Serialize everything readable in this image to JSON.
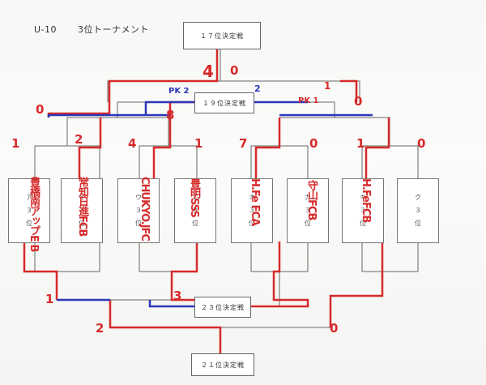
{
  "header": {
    "division": "U-10",
    "subtitle": "3位トーナメント"
  },
  "matches": {
    "m17": "１７位決定戦",
    "m19": "１９位決定戦",
    "m23": "２３位決定戦",
    "m21": "２１位決定戦"
  },
  "teams": [
    {
      "slot": "ア",
      "rank": "３",
      "suffix": "位",
      "name": "豊橋南アップE B"
    },
    {
      "slot": "イ",
      "rank": "３",
      "suffix": "位",
      "name": "常知日進FCB"
    },
    {
      "slot": "ウ",
      "rank": "３",
      "suffix": "位",
      "name": "CHUKYO.JFC"
    },
    {
      "slot": "エ",
      "rank": "３",
      "suffix": "位",
      "name": "豊明SSS"
    },
    {
      "slot": "オ",
      "rank": "３",
      "suffix": "位",
      "name": "H.Fe FCA"
    },
    {
      "slot": "カ",
      "rank": "３",
      "suffix": "位",
      "name": "守山FCB"
    },
    {
      "slot": "キ",
      "rank": "３",
      "suffix": "位",
      "name": "H.FeFCB"
    },
    {
      "slot": "ク",
      "rank": "３",
      "suffix": "位",
      "name": ""
    }
  ],
  "scores": {
    "first_round": [
      "1",
      "2",
      "4",
      "1",
      "7",
      "0",
      "1",
      "0"
    ],
    "m17_left": "4",
    "m17_right": "0",
    "m19_left": "0",
    "m19_right": "8",
    "m19_pk_left": "PK 2",
    "m19_pk_right": "2",
    "m19_pk_right2": "PK 1",
    "m19_pk_right2_score": "1",
    "m19_right_o": "0",
    "m23_left": "1",
    "m23_right": "3",
    "m21_left": "2",
    "m21_right": "0"
  },
  "colors": {
    "winner_line": "#d62a2a",
    "pk_line": "#2b37b8",
    "bracket": "#666666"
  }
}
